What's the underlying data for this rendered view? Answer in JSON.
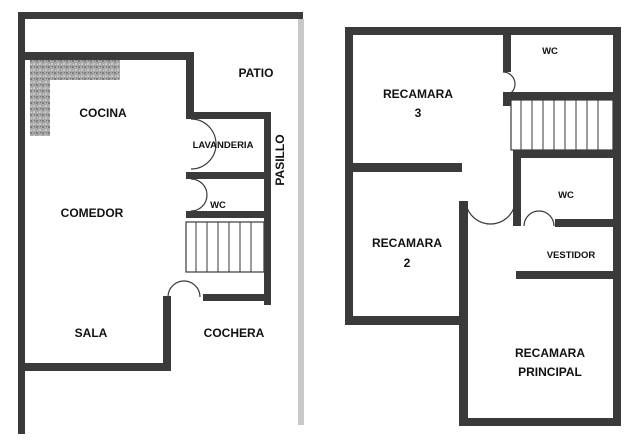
{
  "colors": {
    "wall": "#3a3a3a",
    "boundary": "#c8c8c8",
    "counter": "#9a9a9a"
  },
  "ground_floor": {
    "rooms": {
      "cocina": "COCINA",
      "comedor": "COMEDOR",
      "sala": "SALA",
      "patio": "PATIO",
      "lavanderia": "LAVANDERIA",
      "wc": "WC",
      "pasillo": "PASILLO",
      "cochera": "COCHERA"
    }
  },
  "upper_floor": {
    "rooms": {
      "recamara_3": [
        "RECAMARA",
        "3"
      ],
      "wc_top": "WC",
      "recamara_2": [
        "RECAMARA",
        "2"
      ],
      "wc_mid": "WC",
      "vestidor": "VESTIDOR",
      "recamara_principal": [
        "RECAMARA",
        "PRINCIPAL"
      ]
    }
  },
  "icons": [
    "door-swing-icon",
    "staircase-icon",
    "kitchen-counter-icon"
  ]
}
